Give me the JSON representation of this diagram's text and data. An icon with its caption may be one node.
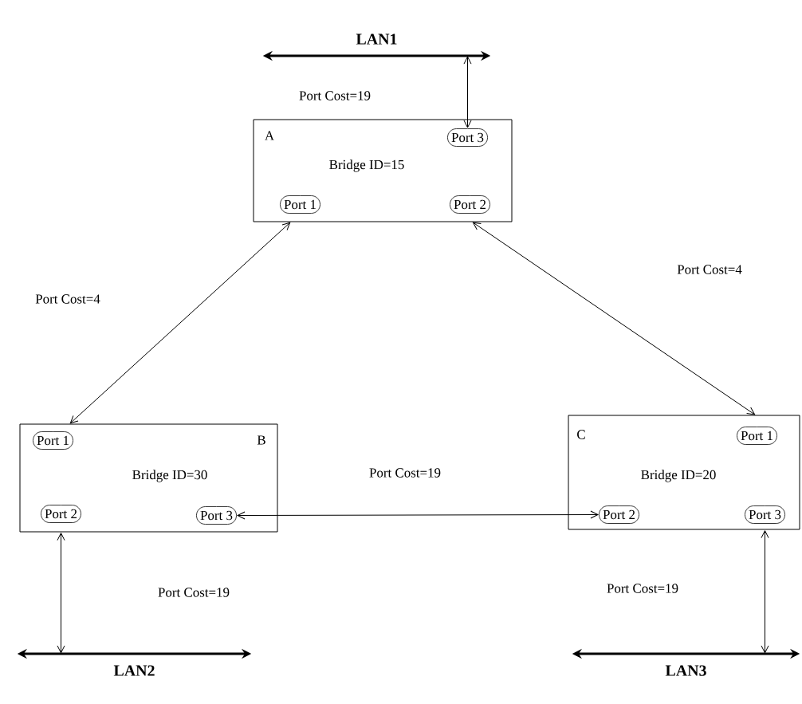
{
  "diagram": {
    "nodes": [
      {
        "text": [
          "LAN1"
        ]
      },
      {
        "text": [
          "A",
          "Bridge ID=15"
        ]
      },
      {
        "text": [
          "Port 3"
        ],
        "in": 1
      },
      {
        "text": [
          "Port 1"
        ],
        "in": 1
      },
      {
        "text": [
          "Port 2"
        ],
        "in": 1
      },
      {
        "text": [
          "B",
          "Bridge ID=30"
        ]
      },
      {
        "text": [
          "Port 1"
        ],
        "in": 5
      },
      {
        "text": [
          "Port 2"
        ],
        "in": 5
      },
      {
        "text": [
          "Port 3"
        ],
        "in": 5
      },
      {
        "text": [
          "C",
          "Bridge ID=20"
        ]
      },
      {
        "text": [
          "Port 1"
        ],
        "in": 9
      },
      {
        "text": [
          "Port 2"
        ],
        "in": 9
      },
      {
        "text": [
          "Port 3"
        ],
        "in": 9
      },
      {
        "text": [
          "LAN2"
        ]
      },
      {
        "text": [
          "LAN3"
        ]
      }
    ],
    "edges": [
      {
        "from": 0,
        "to": 2,
        "arrow": "both"
      },
      {
        "from": 1,
        "to": 5,
        "arrow": "both"
      },
      {
        "from": 1,
        "to": 9,
        "arrow": "both"
      },
      {
        "from": 8,
        "to": 11,
        "arrow": "both",
        "label": "Port Cost=19"
      },
      {
        "from": 7,
        "to": 13,
        "arrow": "both"
      },
      {
        "from": 12,
        "to": 14,
        "arrow": "both"
      }
    ],
    "labels": [
      "Port Cost=19",
      "Port Cost=4",
      "Port Cost=4",
      "Port Cost=19",
      "Port Cost=19"
    ]
  }
}
